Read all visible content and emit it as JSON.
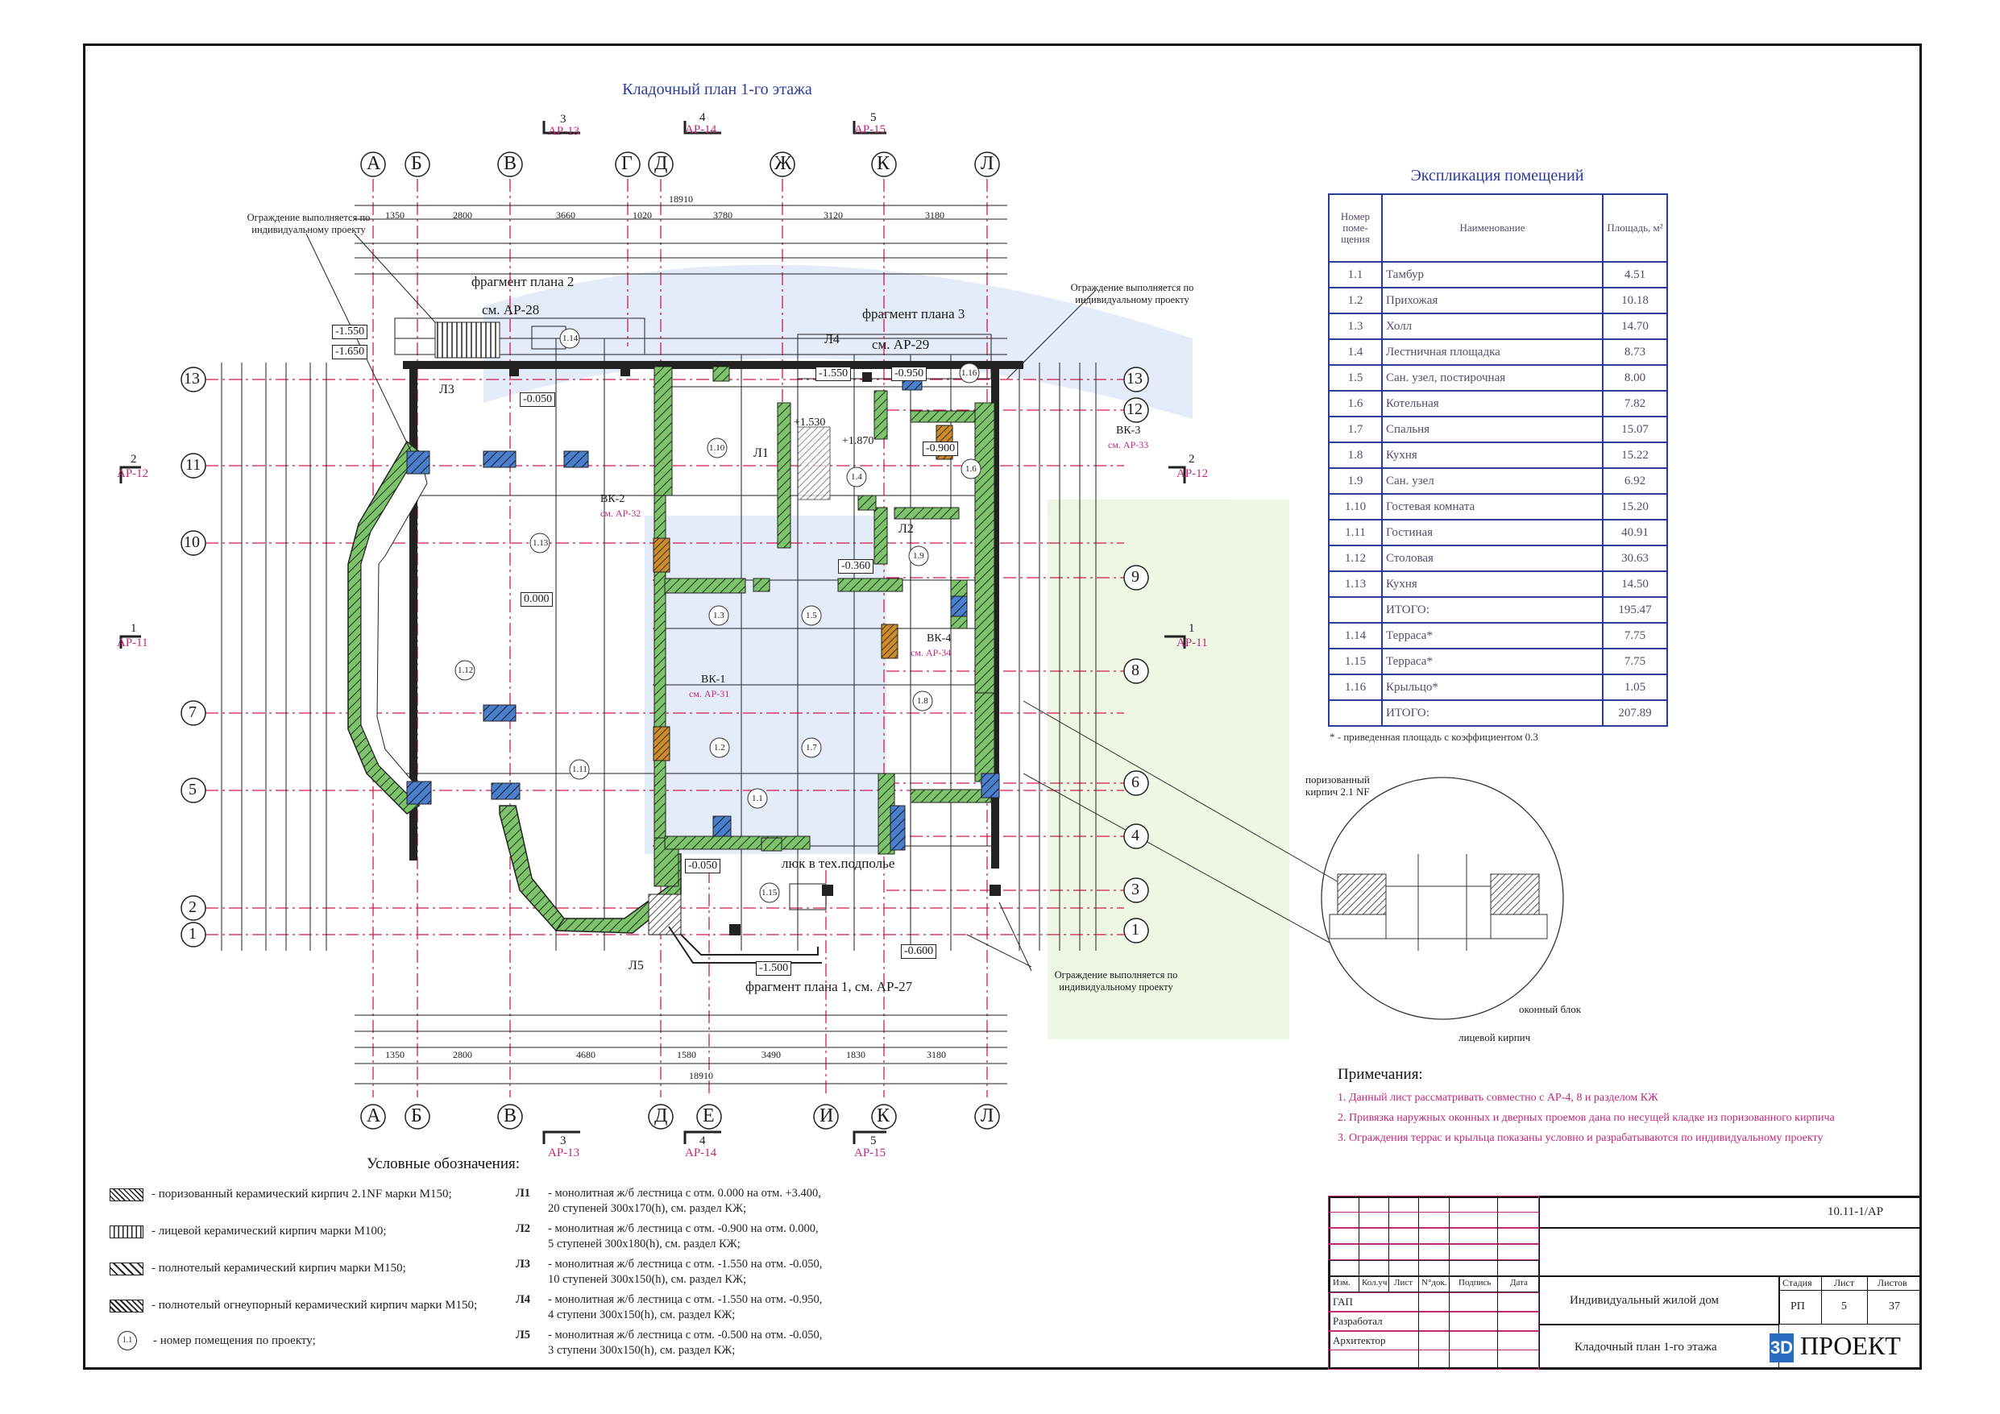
{
  "plan_title": "Кладочный план 1-го этажа",
  "axes_letters_top": [
    "А",
    "Б",
    "В",
    "Г",
    "Д",
    "Ж",
    "К",
    "Л"
  ],
  "axes_letters_bottom": [
    "А",
    "Б",
    "В",
    "Д",
    "Е",
    "И",
    "К",
    "Л"
  ],
  "axes_numbers_left": [
    "13",
    "11",
    "10",
    "7",
    "5",
    "2",
    "1"
  ],
  "axes_numbers_right": [
    "13",
    "12",
    "9",
    "8",
    "6",
    "4",
    "3",
    "1"
  ],
  "section_marks": [
    {
      "num": "3",
      "ref": "АР-13"
    },
    {
      "num": "4",
      "ref": "АР-14"
    },
    {
      "num": "5",
      "ref": "АР-15"
    },
    {
      "num": "2",
      "ref": "АР-12"
    },
    {
      "num": "1",
      "ref": "АР-11"
    }
  ],
  "dims_top": [
    "1350",
    "2800",
    "3660",
    "1020",
    "3780",
    "3120",
    "3180"
  ],
  "dim_total": "18910",
  "dims_bottom": [
    "1350",
    "2800",
    "4680",
    "1580",
    "3490",
    "1830",
    "3180"
  ],
  "fragment_labels": {
    "f2": "фрагмент плана 2",
    "f2_ref": "см. АР-28",
    "f3": "фрагмент плана 3",
    "f3_ref": "см. АР-29",
    "f1": "фрагмент плана 1, см. АР-27"
  },
  "fence_notes": [
    "Ограждение выполняется по индивидуальному проекту",
    "Ограждение выполняется по индивидуальному проекту",
    "Ограждение выполняется по индивидуальному проекту"
  ],
  "hatch_label": "люк в тех.подполье",
  "stair_tags": [
    "Л1",
    "Л2",
    "Л3",
    "Л4",
    "Л5"
  ],
  "levels": [
    "-1.550",
    "-1.650",
    "-0.050",
    "-1.550",
    "-0.950",
    "+1.530",
    "+1.870",
    "-0.900",
    "0.000",
    "-0.360",
    "-0.050",
    "-1.500",
    "-0.600"
  ],
  "vk_tags": [
    {
      "tag": "ВК-2",
      "ref": "см. АР-32"
    },
    {
      "tag": "ВК-3",
      "ref": "см. АР-33"
    },
    {
      "tag": "ВК-1",
      "ref": "см. АР-31"
    },
    {
      "tag": "ВК-4",
      "ref": "см. АР-34"
    }
  ],
  "room_marks": [
    "1.1",
    "1.2",
    "1.3",
    "1.4",
    "1.5",
    "1.6",
    "1.7",
    "1.8",
    "1.9",
    "1.10",
    "1.11",
    "1.12",
    "1.13",
    "1.14",
    "1.15",
    "1.16"
  ],
  "explication": {
    "title": "Экспликация помещений",
    "headers": [
      "Номер поме-щения",
      "Наименование",
      "Площадь, м²"
    ],
    "rows": [
      [
        "1.1",
        "Тамбур",
        "4.51"
      ],
      [
        "1.2",
        "Прихожая",
        "10.18"
      ],
      [
        "1.3",
        "Холл",
        "14.70"
      ],
      [
        "1.4",
        "Лестничная площадка",
        "8.73"
      ],
      [
        "1.5",
        "Сан. узел, постирочная",
        "8.00"
      ],
      [
        "1.6",
        "Котельная",
        "7.82"
      ],
      [
        "1.7",
        "Спальня",
        "15.07"
      ],
      [
        "1.8",
        "Кухня",
        "15.22"
      ],
      [
        "1.9",
        "Сан. узел",
        "6.92"
      ],
      [
        "1.10",
        "Гостевая комната",
        "15.20"
      ],
      [
        "1.11",
        "Гостиная",
        "40.91"
      ],
      [
        "1.12",
        "Столовая",
        "30.63"
      ],
      [
        "1.13",
        "Кухня",
        "14.50"
      ],
      [
        "",
        "ИТОГО:",
        "195.47"
      ],
      [
        "1.14",
        "Терраса*",
        "7.75"
      ],
      [
        "1.15",
        "Терраса*",
        "7.75"
      ],
      [
        "1.16",
        "Крыльцо*",
        "1.05"
      ],
      [
        "",
        "ИТОГО:",
        "207.89"
      ]
    ],
    "footnote": "* - приведенная площадь с коэффициентом 0.3"
  },
  "detail_labels": {
    "brick_porous": "поризованный кирпич 2.1 NF",
    "window_block": "оконный блок",
    "face_brick": "лицевой кирпич"
  },
  "notes": {
    "title": "Примечания:",
    "items": [
      "1. Данный лист рассматривать совместно с АР-4, 8 и разделом КЖ",
      "2. Привязка наружных оконных и дверных проемов дана по несущей кладке из поризованного кирпича",
      "3. Ограждения террас и крыльца показаны условно и разрабатываются по индивидуальному проекту"
    ]
  },
  "legend": {
    "title": "Условные обозначения:",
    "items": [
      "- поризованный керамический кирпич 2.1NF марки М150;",
      "- лицевой керамический кирпич марки М100;",
      "- полнотелый керамический кирпич марки М150;",
      "- полнотелый огнеупорный керамический кирпич марки М150;",
      "- номер помещения по проекту;"
    ],
    "room_symbol": "1.1",
    "stairs": [
      {
        "tag": "Л1",
        "l1": "- монолитная ж/б лестница с отм. 0.000 на отм. +3.400,",
        "l2": "20 ступеней 300х170(h), см. раздел КЖ;"
      },
      {
        "tag": "Л2",
        "l1": "- монолитная ж/б лестница с отм. -0.900 на отм. 0.000,",
        "l2": "5 ступеней 300х180(h), см. раздел КЖ;"
      },
      {
        "tag": "Л3",
        "l1": "- монолитная ж/б лестница с отм. -1.550 на отм. -0.050,",
        "l2": "10 ступеней 300х150(h), см. раздел КЖ;"
      },
      {
        "tag": "Л4",
        "l1": "- монолитная ж/б лестница с отм. -1.550 на отм. -0.950,",
        "l2": "4 ступени 300х150(h), см. раздел КЖ;"
      },
      {
        "tag": "Л5",
        "l1": "- монолитная ж/б лестница с отм. -0.500 на отм. -0.050,",
        "l2": "3 ступени 300х150(h), см. раздел КЖ;"
      }
    ]
  },
  "stamp": {
    "code": "10.11-1/АР",
    "object": "Индивидуальный жилой дом",
    "sheet_name": "Кладочный план 1-го этажа",
    "cols": [
      "Изм.",
      "Кол.уч",
      "Лист",
      "N°док.",
      "Подпись",
      "Дата"
    ],
    "roles": [
      "ГАП",
      "Разработал",
      "Архитектор"
    ],
    "stage_label": "Стадия",
    "sheet_label": "Лист",
    "sheets_label": "Листов",
    "stage": "РП",
    "sheet": "5",
    "sheets": "37",
    "logo_mark": "3D",
    "logo_text": "ПРОЕКТ"
  }
}
